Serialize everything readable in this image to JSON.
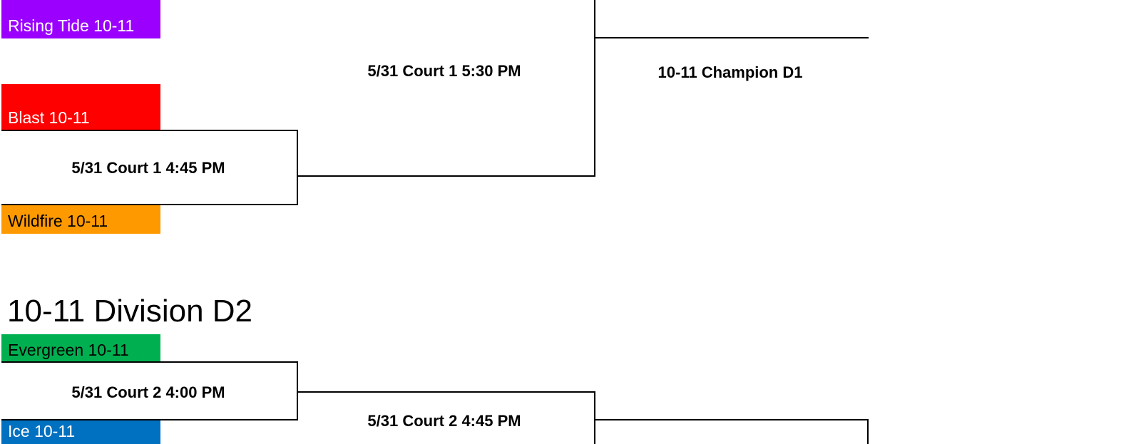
{
  "division_d1": {
    "teams": {
      "rising_tide": "Rising Tide 10-11",
      "blast": "Blast 10-11",
      "wildfire": "Wildfire 10-11"
    },
    "games": {
      "quarter": "5/31 Court 1 4:45 PM",
      "final": "5/31 Court 1 5:30 PM"
    },
    "champion": "10-11 Champion D1"
  },
  "division_d2": {
    "title": "10-11 Division D2",
    "teams": {
      "evergreen": "Evergreen 10-11",
      "ice": "Ice 10-11"
    },
    "games": {
      "semi": "5/31 Court 2 4:00 PM",
      "final": "5/31 Court 2 4:45 PM"
    }
  },
  "team_colors": {
    "rising_tide": "#9b00ff",
    "blast": "#ff0000",
    "wildfire": "#ff9900",
    "evergreen": "#00b050",
    "ice": "#0070c0"
  }
}
